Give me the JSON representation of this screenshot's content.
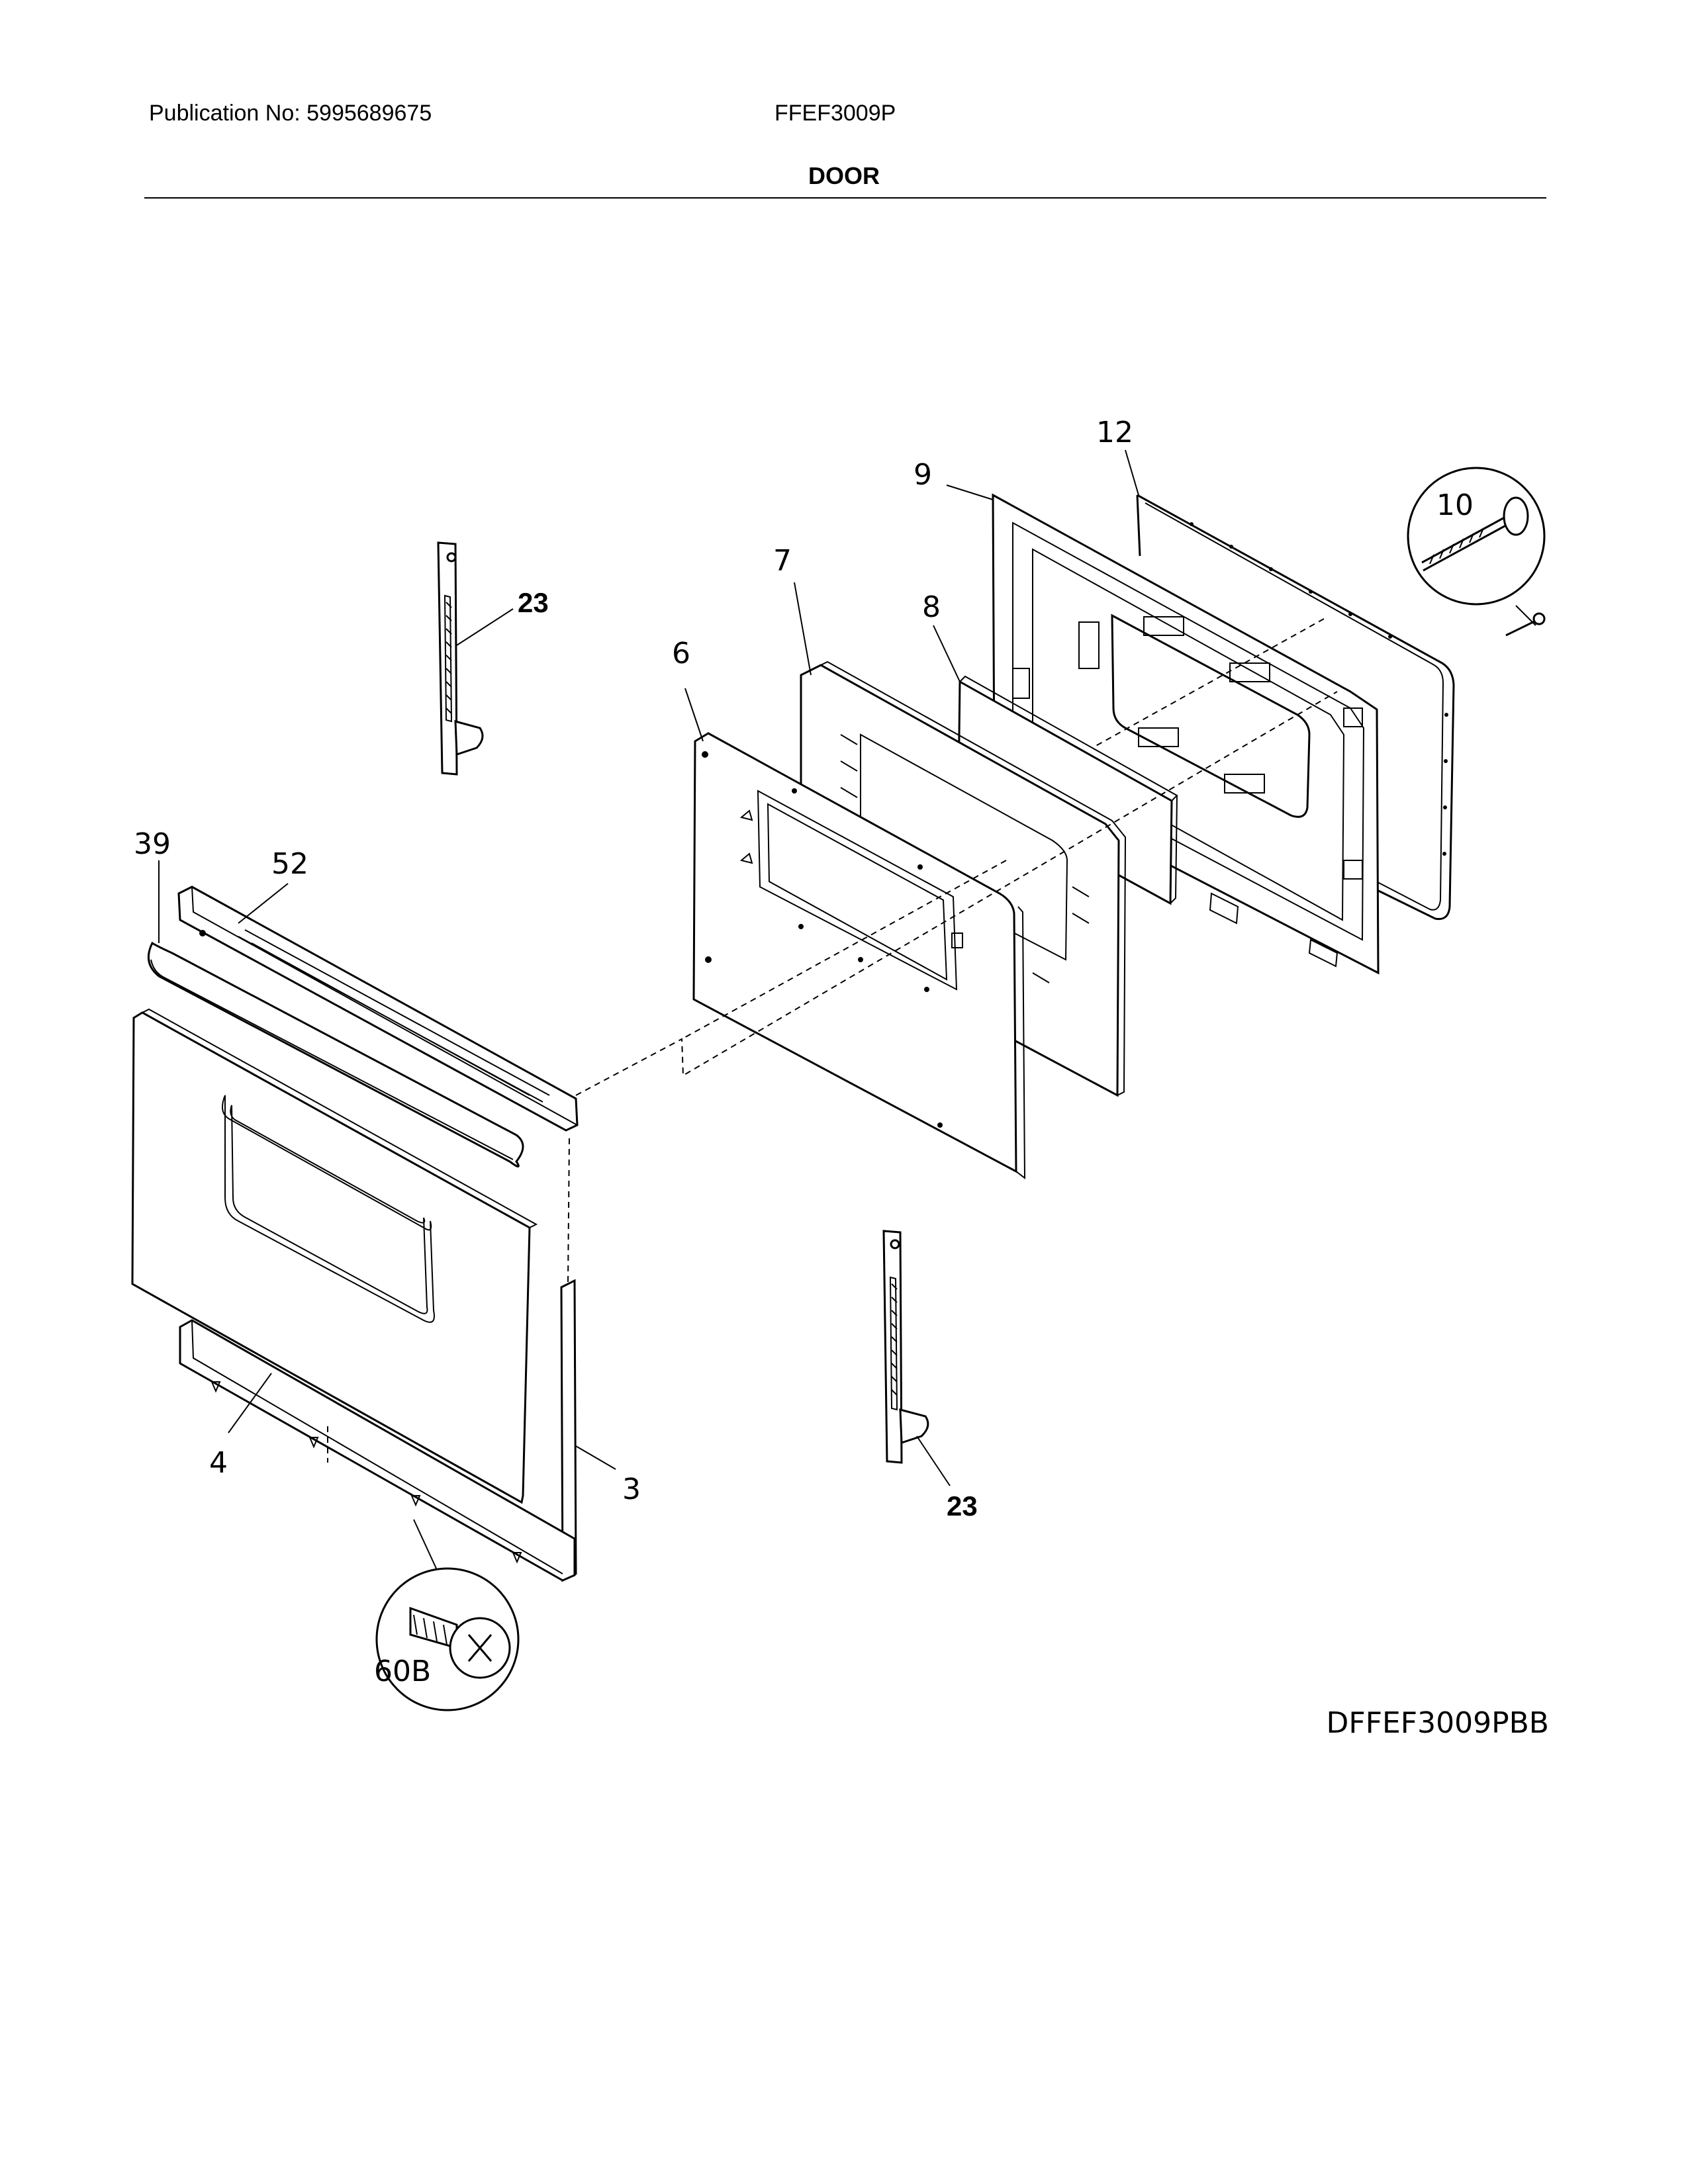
{
  "header": {
    "publication": "Publication No: 5995689675",
    "model": "FFEF3009P",
    "section_title": "DOOR"
  },
  "diagram_code": "DFFEF3009PBB",
  "callouts": {
    "c12": "12",
    "c9": "9",
    "c10": "10",
    "c7": "7",
    "c8": "8",
    "c6": "6",
    "c23_top": "23",
    "c39": "39",
    "c52": "52",
    "c4": "4",
    "c3": "3",
    "c23_bottom": "23",
    "c60b": "60B"
  }
}
